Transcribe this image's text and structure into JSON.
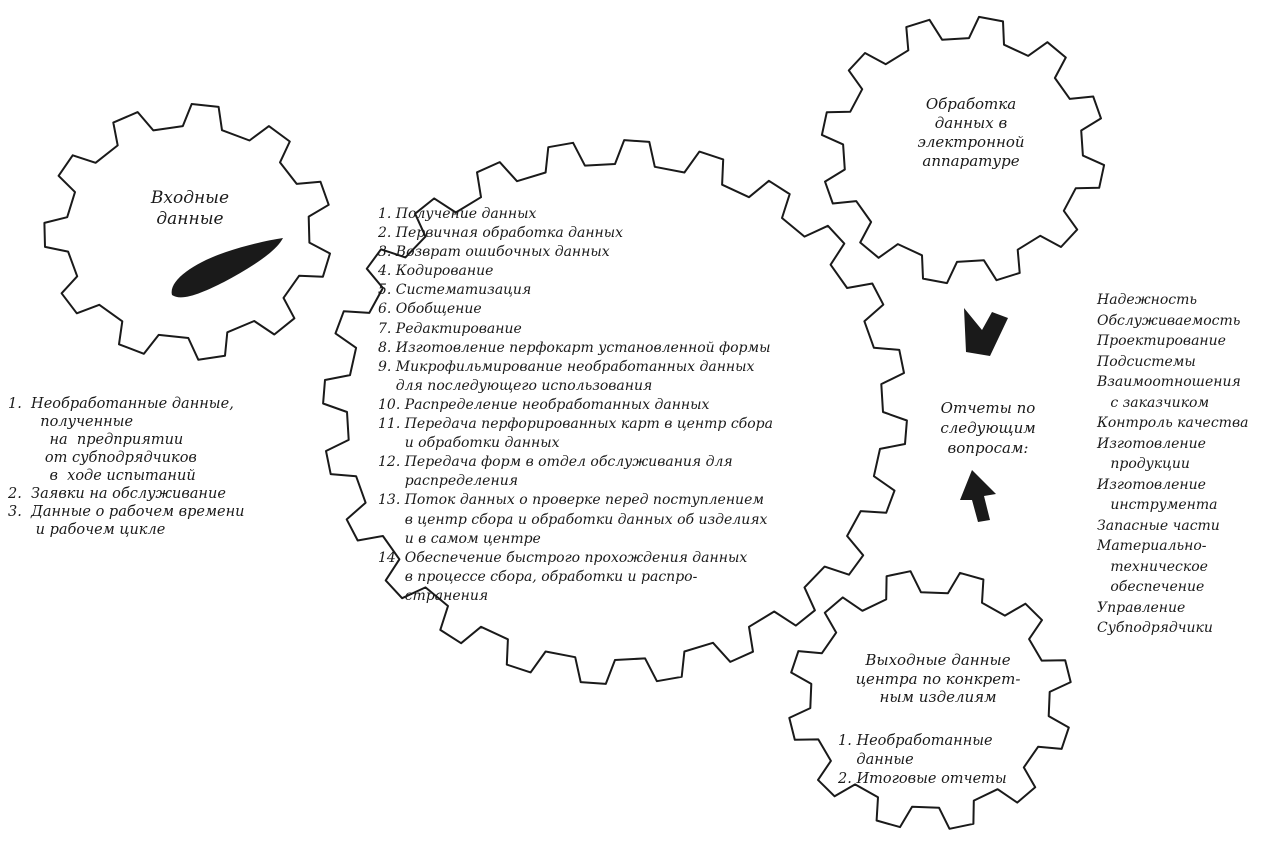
{
  "gears": {
    "input": {
      "title": "Входные\nданные"
    },
    "processing": {
      "items": [
        "1. Получение данных",
        "2. Первичная обработка данных",
        "3. Возврат ошибочных данных",
        "4. Кодирование",
        "5. Систематизация",
        "6. Обобщение",
        "7. Редактирование",
        "8. Изготовление перфокарт установленной формы",
        "9. Микрофильмирование необработанных данных\n    для последующего использования",
        "10. Распределение необработанных данных",
        "11. Передача перфорированных карт в центр сбора\n      и обработки данных",
        "12. Передача форм в отдел обслуживания для\n      распределения",
        "13. Поток данных о проверке перед поступлением\n      в центр сбора и обработки данных об изделиях\n      и в самом центре",
        "14. Обеспечение быстрого прохождения данных\n      в процессе сбора, обработки и распро-\n      странения"
      ]
    },
    "electronic": {
      "title": "Обработка\nданных в\nэлектронной\nаппаратуре"
    },
    "output": {
      "title": "Выходные данные\nцентра по конкрет-\nным изделиям",
      "items": "1. Необработанные\n    данные\n2. Итоговые отчеты"
    }
  },
  "input_list": "1.  Необработанные данные,\n       полученные\n         на  предприятии\n        от субподрядчиков\n         в  ходе испытаний\n2.  Заявки на обслуживание\n3.  Данные о рабочем времени\n      и рабочем цикле",
  "reports": {
    "title": "Отчеты по\nследующим\nвопросам:",
    "topics": "Надежность\nОбслуживаемость\nПроектирование\nПодсистемы\nВзаимоотношения\n   с заказчиком\nКонтроль качества\nИзготовление\n   продукции\nИзготовление\n   инструмента\nЗапасные части\nМатериально-\n   техническое\n   обеспечение\nУправление\nСубподрядчики"
  }
}
